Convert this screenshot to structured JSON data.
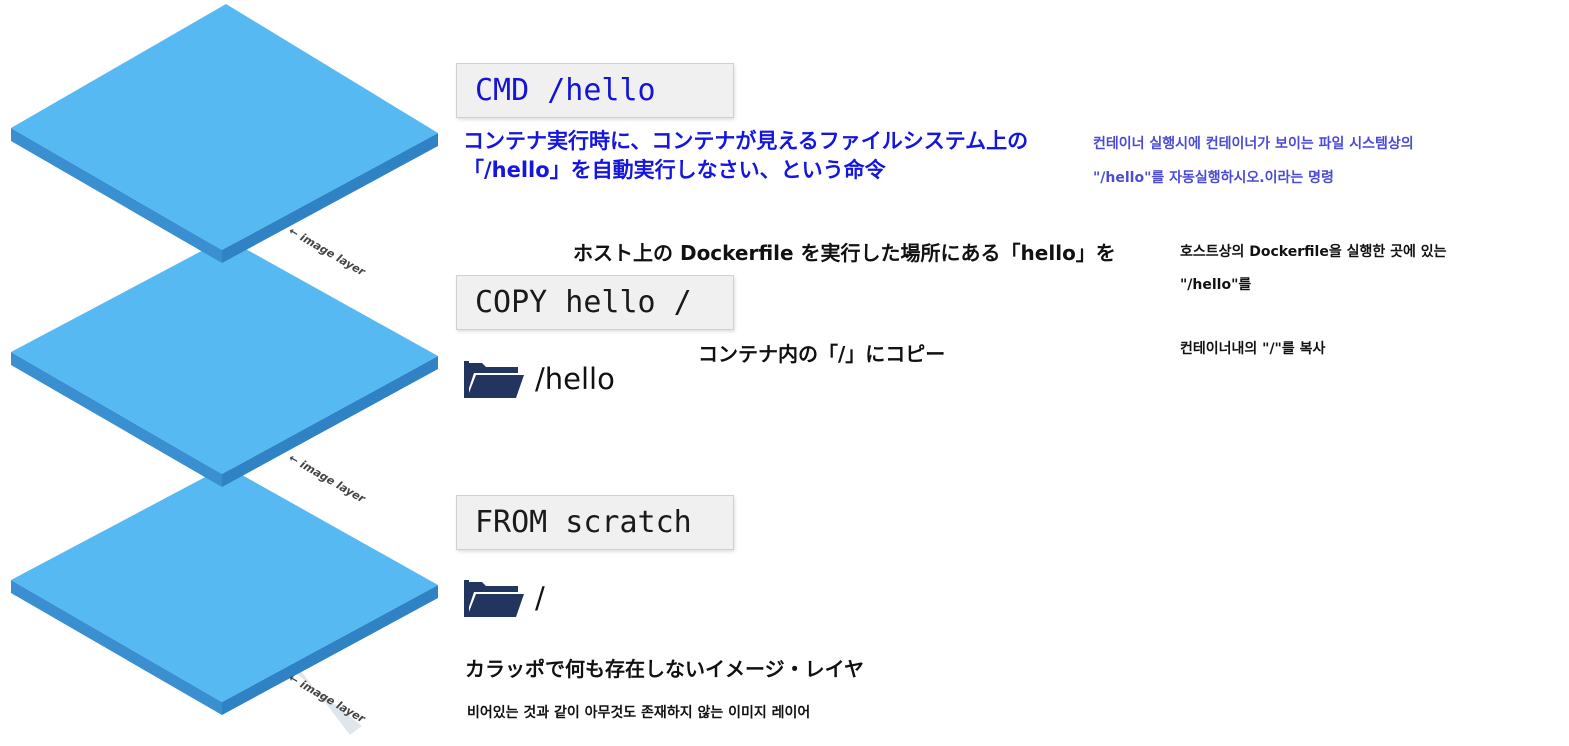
{
  "layers": [
    {
      "caption": "← image layer"
    },
    {
      "caption": "← image layer"
    },
    {
      "caption": "← image layer"
    }
  ],
  "cmd": {
    "code": "CMD /hello",
    "ja": [
      "コンテナ実行時に、コンテナが見えるファイルシステム上の",
      "「/hello」を自動実行しなさい、という命令"
    ],
    "ko": [
      "컨테이너 실행시에 컨테이너가 보이는 파일 시스템상의",
      "\"/hello\"를 자동실행하시오.이라는 명령"
    ]
  },
  "copy": {
    "code": "COPY hello /",
    "ja_host": "ホスト上の Dockerfile を実行した場所にある「hello」を",
    "ko_host": [
      "호스트상의 Dockerfile을 실행한 곳에 있는",
      "\"/hello\"를"
    ],
    "ja_dest": "コンテナ内の「/」にコピー",
    "ko_dest": "컨테이너내의 \"/\"를 복사",
    "path": "/hello"
  },
  "from": {
    "code": "FROM scratch",
    "path": "/",
    "ja": "カラッポで何も存在しないイメージ・レイヤ",
    "ko": "비어있는 것과 같이 아무것도 존재하지 않는 이미지 레이어"
  },
  "colors": {
    "layer_top": "#56b9f1",
    "layer_left": "#3a8fd0",
    "layer_right": "#2f82c4",
    "cmd_text": "#1414d2",
    "ja_cmd": "#1515e0",
    "ko_cmd": "#4b4bd6",
    "code_text": "#1a1a1a",
    "folder": "#22355e"
  },
  "icons": [
    "folder-icon",
    "arrow-left-icon"
  ]
}
